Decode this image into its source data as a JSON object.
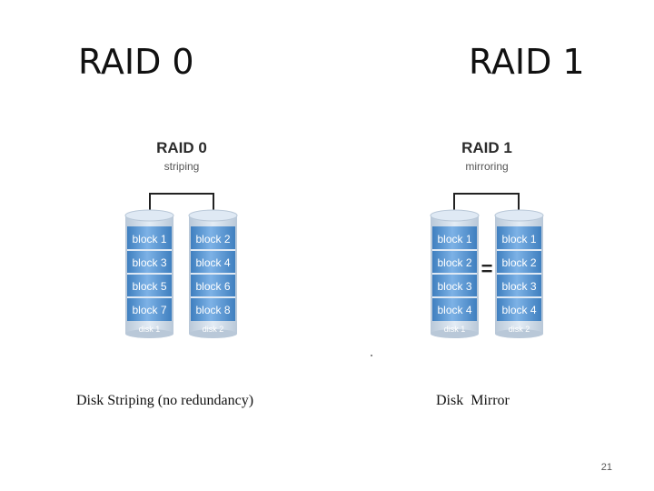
{
  "slide": {
    "left_heading": "RAID 0",
    "right_heading": "RAID 1",
    "left_caption": "Disk Striping (no redundancy)",
    "right_caption": "Disk  Mirror",
    "page_number": "21"
  },
  "diagrams": [
    {
      "title": "RAID 0",
      "subtitle": "striping",
      "disks": [
        {
          "label": "disk 1",
          "blocks": [
            "block 1",
            "block 3",
            "block 5",
            "block 7"
          ]
        },
        {
          "label": "disk 2",
          "blocks": [
            "block 2",
            "block 4",
            "block 6",
            "block 8"
          ]
        }
      ],
      "connector_symbol": ""
    },
    {
      "title": "RAID 1",
      "subtitle": "mirroring",
      "disks": [
        {
          "label": "disk 1",
          "blocks": [
            "block 1",
            "block 2",
            "block 3",
            "block 4"
          ]
        },
        {
          "label": "disk 2",
          "blocks": [
            "block 1",
            "block 2",
            "block 3",
            "block 4"
          ]
        }
      ],
      "connector_symbol": "="
    }
  ],
  "colors": {
    "block_fill": "#4f90cf",
    "block_fill_light": "#7fb3e3",
    "cylinder_body": "#c9d7e6",
    "cylinder_top": "#dfe9f4",
    "disk_label": "#ffffff",
    "title": "#2b2b2b",
    "subtitle": "#555555",
    "connector": "#222222"
  }
}
